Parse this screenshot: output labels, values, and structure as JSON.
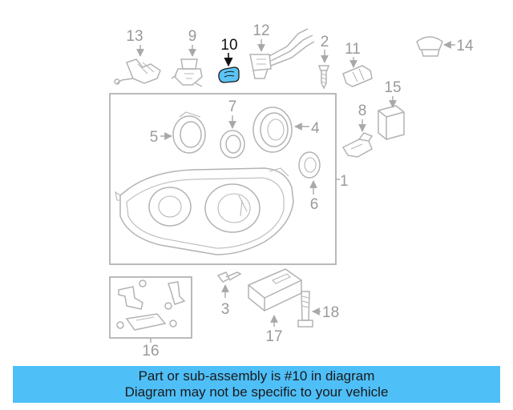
{
  "callouts": {
    "c1": "1",
    "c2": "2",
    "c3": "3",
    "c4": "4",
    "c5": "5",
    "c6": "6",
    "c7": "7",
    "c8": "8",
    "c9": "9",
    "c10": "10",
    "c11": "11",
    "c12": "12",
    "c13": "13",
    "c14": "14",
    "c15": "15",
    "c16": "16",
    "c17": "17",
    "c18": "18"
  },
  "highlight_part": "10",
  "colors": {
    "highlight_fill": "#5cc3f5",
    "banner": "#4fbff8",
    "line_art": "#b3b3b3"
  },
  "banner": {
    "line1": "Part or sub-assembly is #10 in diagram",
    "line2": "Diagram may not be specific to your vehicle"
  }
}
